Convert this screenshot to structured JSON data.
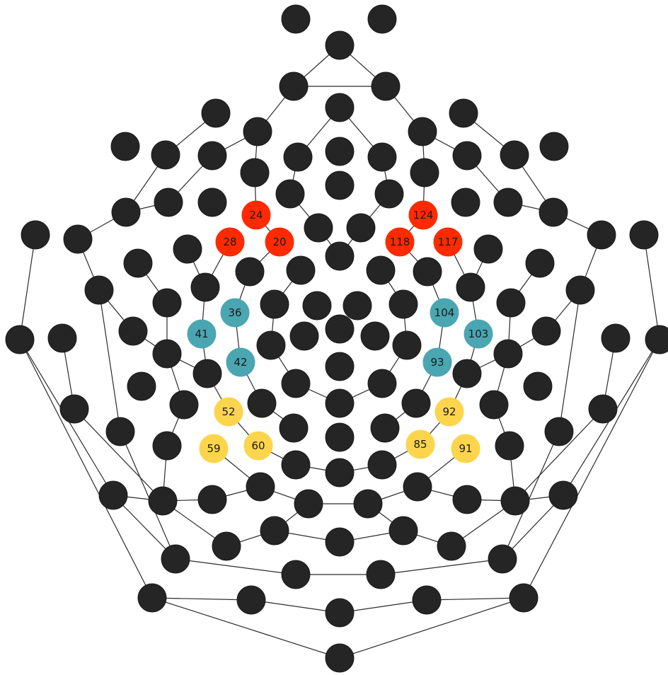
{
  "colors": {
    "default_node": "#252525",
    "group_red": "#ff2a00",
    "group_teal": "#4aa6b1",
    "group_yellow": "#fcd54c",
    "edge": "#2b2b2b",
    "label": "#1a1a1a"
  },
  "labeled_electrodes": [
    {
      "label": "24",
      "group": "red"
    },
    {
      "label": "28",
      "group": "red"
    },
    {
      "label": "20",
      "group": "red"
    },
    {
      "label": "124",
      "group": "red"
    },
    {
      "label": "118",
      "group": "red"
    },
    {
      "label": "117",
      "group": "red"
    },
    {
      "label": "36",
      "group": "teal"
    },
    {
      "label": "41",
      "group": "teal"
    },
    {
      "label": "42",
      "group": "teal"
    },
    {
      "label": "104",
      "group": "teal"
    },
    {
      "label": "103",
      "group": "teal"
    },
    {
      "label": "93",
      "group": "teal"
    },
    {
      "label": "52",
      "group": "yellow"
    },
    {
      "label": "60",
      "group": "yellow"
    },
    {
      "label": "59",
      "group": "yellow"
    },
    {
      "label": "92",
      "group": "yellow"
    },
    {
      "label": "85",
      "group": "yellow"
    },
    {
      "label": "91",
      "group": "yellow"
    }
  ]
}
